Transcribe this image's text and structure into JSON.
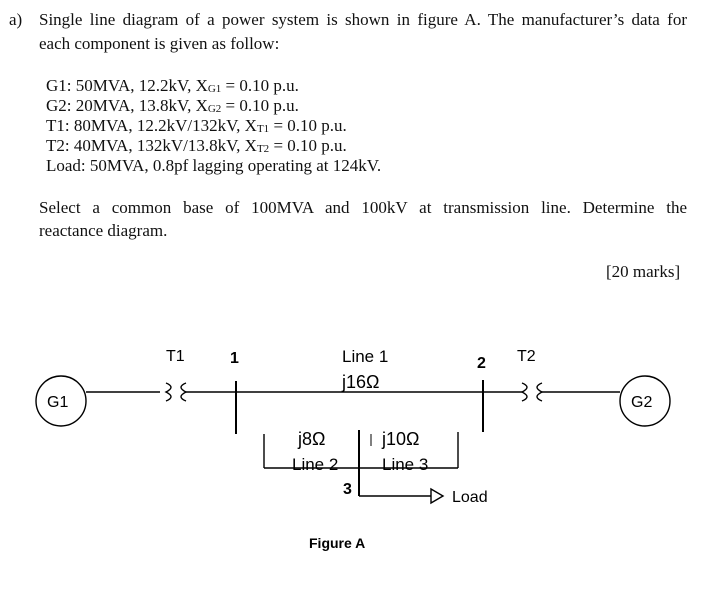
{
  "question": {
    "marker": "a)",
    "intro_line1": "Single line diagram of a power system is shown in figure A. The manufacturer’s data for",
    "intro_line2": "each component is given as follow:",
    "specs": [
      {
        "pre": "G1: 50MVA, 12.2kV, X",
        "sub": "G1",
        "post": " = 0.10 p.u."
      },
      {
        "pre": "G2: 20MVA, 13.8kV, X",
        "sub": "G2",
        "post": " = 0.10 p.u."
      },
      {
        "pre": "T1: 80MVA, 12.2kV/132kV, X",
        "sub": "T1",
        "post": " = 0.10 p.u."
      },
      {
        "pre": "T2: 40MVA, 132kV/13.8kV, X",
        "sub": "T2",
        "post": " = 0.10 p.u."
      },
      {
        "pre": "Load: 50MVA, 0.8pf lagging operating at 124kV.",
        "sub": "",
        "post": ""
      }
    ],
    "task_line1": "Select a common base of 100MVA and 100kV at transmission line. Determine the",
    "task_line2": "reactance diagram.",
    "marks": "[20 marks]"
  },
  "diagram": {
    "g1": "G1",
    "g2": "G2",
    "t1": "T1",
    "t2": "T2",
    "bus1": "1",
    "bus2": "2",
    "bus3": "3",
    "line1_name": "Line 1",
    "line1_z": "j16Ω",
    "line2_z": "j8Ω",
    "line2_name": "Line 2",
    "line3_z": "j10Ω",
    "line3_name": "Line 3",
    "load": "Load",
    "caption": "Figure A"
  }
}
